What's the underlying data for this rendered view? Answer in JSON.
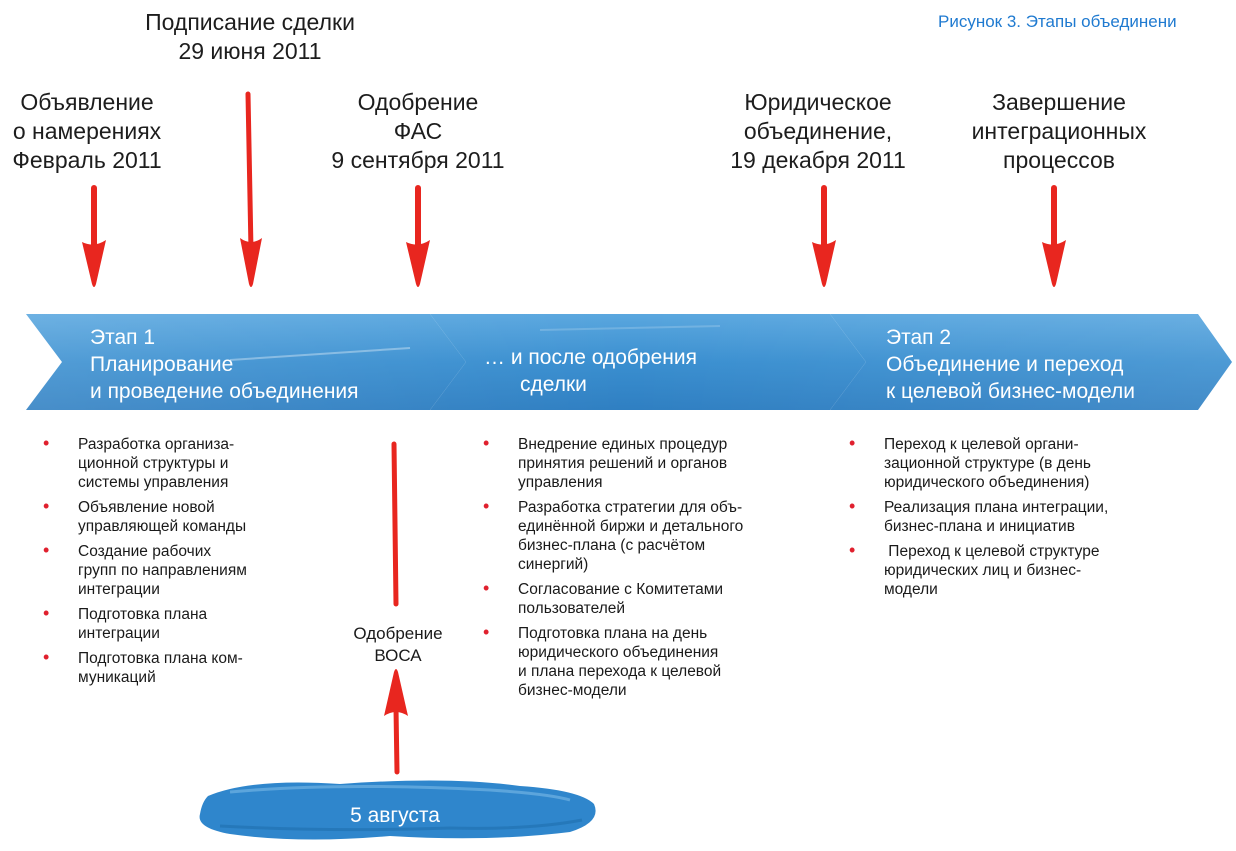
{
  "figure_caption": "Рисунок 3. Этапы объединени",
  "milestones": [
    {
      "lines": [
        "Объявление",
        "о намерениях",
        "Февраль 2011"
      ]
    },
    {
      "lines": [
        "Подписание сделки",
        "29 июня 2011"
      ]
    },
    {
      "lines": [
        "Одобрение",
        "ФАС",
        "9 сентября 2011"
      ]
    },
    {
      "lines": [
        "Юридическое",
        "объединение,",
        "19 декабря 2011"
      ]
    },
    {
      "lines": [
        "Завершение",
        "интеграционных",
        "процессов"
      ]
    }
  ],
  "stages": [
    {
      "lines": [
        "Этап 1",
        "Планирование",
        "и проведение объединения"
      ]
    },
    {
      "lines": [
        "… и после одобрения",
        "сделки"
      ]
    },
    {
      "lines": [
        "Этап 2",
        "Объединение и переход",
        "к целевой бизнес-модели"
      ]
    }
  ],
  "stage1_bullets": [
    {
      "lines": [
        "Разработка организа-",
        "ционной структуры и",
        "системы управления"
      ]
    },
    {
      "lines": [
        "Объявление новой",
        "управляющей команды"
      ]
    },
    {
      "lines": [
        "Создание рабочих",
        "групп по направлениям",
        "интеграции"
      ]
    },
    {
      "lines": [
        "Подготовка плана",
        "интеграции"
      ]
    },
    {
      "lines": [
        "Подготовка плана ком-",
        "муникаций"
      ]
    }
  ],
  "stage_mid_bullets": [
    {
      "lines": [
        "Внедрение единых процедур",
        "принятия решений и органов",
        "управления"
      ]
    },
    {
      "lines": [
        "Разработка стратегии для объ-",
        "единённой биржи и детального",
        "бизнес-плана (с расчётом",
        "синергий)"
      ]
    },
    {
      "lines": [
        "Согласование с Комитетами",
        "пользователей"
      ]
    },
    {
      "lines": [
        "Подготовка плана на день",
        "юридического объединения",
        "и плана перехода к целевой",
        "бизнес-модели"
      ]
    }
  ],
  "stage2_bullets": [
    {
      "lines": [
        "Переход к целевой органи-",
        "зационной структуре (в день",
        "юридического объединения)"
      ]
    },
    {
      "lines": [
        "Реализация плана интеграции,",
        "бизнес-плана и инициатив"
      ]
    },
    {
      "lines": [
        " Переход к целевой структуре",
        "юридических лиц и бизнес-",
        "модели"
      ]
    }
  ],
  "voca_label": [
    "Одобрение",
    "ВОСА"
  ],
  "august_label": "5 августа",
  "colors": {
    "arrow_red": "#e8261f",
    "band_blue": "#3a8fd0",
    "band_blue_light": "#6fb2e2",
    "bullet_red": "#e0202e",
    "caption_blue": "#1f7ad0"
  }
}
